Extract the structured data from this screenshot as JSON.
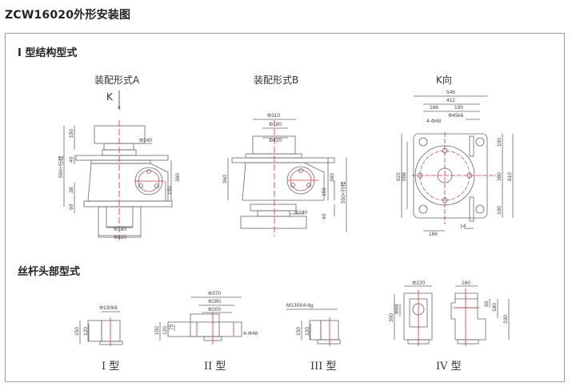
{
  "page": {
    "title": "ZCW16020外形安装图"
  },
  "section_structure": {
    "title": "I 型结构型式",
    "views": {
      "a": {
        "label": "装配形式A",
        "k_label": "K",
        "dims": {
          "top_dia": "Φ240",
          "h150": "150",
          "h40": "40",
          "h_total": "550+行程",
          "h38": "38",
          "h60": "60",
          "h360": "360",
          "h155": "155",
          "bot_dia1": "Φ180",
          "bot_dia2": "Φ310"
        }
      },
      "b": {
        "label": "装配形式B",
        "dims": {
          "dia310": "Φ310",
          "dia180": "Φ180",
          "dia420": "Φ420",
          "h360l": "360",
          "h360r": "360",
          "h155": "155",
          "h_total": "550+行程",
          "dia240": "Φ240",
          "h40": "40"
        }
      },
      "k": {
        "label": "K向",
        "dims": {
          "w546": "546",
          "w412": "412",
          "w166": "166",
          "w190": "190",
          "holes": "4-Φ48",
          "shaft": "Φ45k6",
          "h622": "622",
          "h508": "508",
          "h100t": "100",
          "h380": "380",
          "h610": "610",
          "h100b": "100",
          "w166b": "166",
          "w14": "14"
        }
      }
    }
  },
  "section_heads": {
    "title": "丝杆头部型式",
    "types": [
      {
        "label": "I 型",
        "dims": {
          "dia": "Φ130k6",
          "h150": "150",
          "h120": "120"
        }
      },
      {
        "label": "II 型",
        "dims": {
          "d370": "Φ370",
          "d280": "Φ280",
          "d200": "Φ200",
          "h150": "150",
          "h120": "120",
          "h75": "75",
          "holes": "4-Φ48"
        }
      },
      {
        "label": "III 型",
        "dims": {
          "thread": "M130X4-6g",
          "h150": "150",
          "h120": "120"
        }
      },
      {
        "label": "IV 型",
        "dims": {
          "d220": "Φ220",
          "d90": "Φ90",
          "h300": "300",
          "w160": "160",
          "h90": "90",
          "h180": "180",
          "h330": "330"
        }
      }
    ]
  },
  "colors": {
    "line": "#555555",
    "centerline": "#e03030",
    "frame": "#9a9a9a"
  }
}
